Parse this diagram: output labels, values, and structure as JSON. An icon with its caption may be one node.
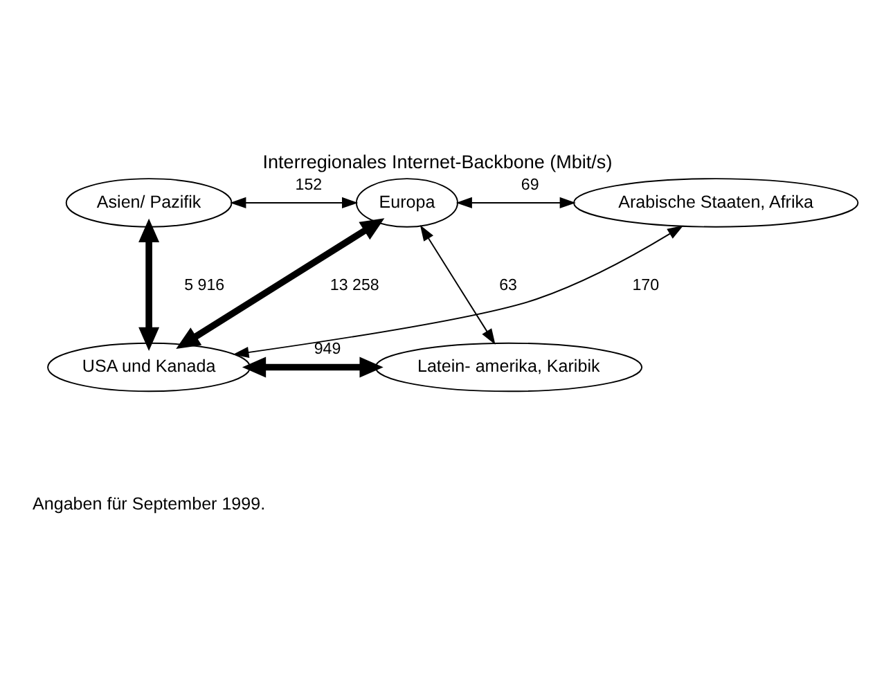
{
  "diagram": {
    "title": "Interregionales Internet-Backbone (Mbit/s)",
    "nodes": [
      {
        "text": [
          "Asien/ Pazifik"
        ]
      },
      {
        "text": [
          "Europa"
        ]
      },
      {
        "text": [
          "Arabische Staaten, Afrika"
        ]
      },
      {
        "text": [
          "USA und Kanada"
        ]
      },
      {
        "text": [
          "Latein- amerika, Karibik"
        ]
      }
    ],
    "edges": [
      {
        "from": 0,
        "to": 1,
        "arrow": "both",
        "label": "152"
      },
      {
        "from": 1,
        "to": 2,
        "arrow": "both",
        "label": "69"
      },
      {
        "from": 0,
        "to": 3,
        "arrow": "both",
        "label": "5 916",
        "style": "thick"
      },
      {
        "from": 1,
        "to": 3,
        "arrow": "both",
        "label": "13 258",
        "style": "thick"
      },
      {
        "from": 1,
        "to": 4,
        "arrow": "both",
        "label": "63"
      },
      {
        "from": 3,
        "to": 4,
        "arrow": "both",
        "label": "949",
        "style": "thick"
      },
      {
        "from": 2,
        "to": 3,
        "arrow": "both",
        "label": "170"
      }
    ],
    "labels": [
      "Angaben für September 1999."
    ]
  }
}
